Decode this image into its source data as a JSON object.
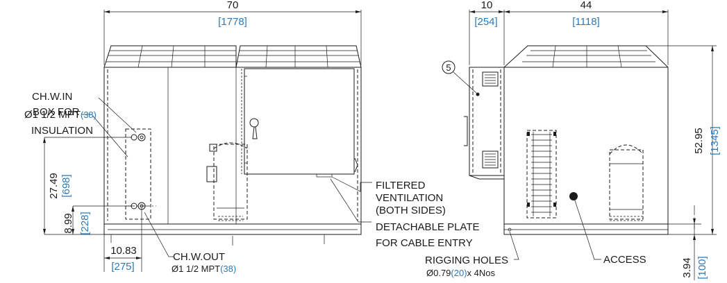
{
  "dimensions": {
    "front_width": {
      "in": "70",
      "mm": "[1778]"
    },
    "front_inlet_height": {
      "in": "27.49",
      "mm": "[698]"
    },
    "front_outlet_height": {
      "in": "8.99",
      "mm": "[228]"
    },
    "front_offset": {
      "in": "10.83",
      "mm": "[275]"
    },
    "side_box_depth": {
      "in": "10",
      "mm": "[254]"
    },
    "side_width": {
      "in": "44",
      "mm": "[1118]"
    },
    "side_height": {
      "in": "52.95",
      "mm": "[1345]"
    },
    "side_base_height": {
      "in": "3.94",
      "mm": "[100]"
    }
  },
  "callouts": {
    "inlet_title": "CH.W.IN",
    "inlet_size": "Ø1 1/2 MPT",
    "inlet_mm": "(38)",
    "insulation_line1": "BOX FOR",
    "insulation_line2": "INSULATION",
    "outlet_title": "CH.W.OUT",
    "outlet_size": "Ø1 1/2 MPT",
    "outlet_mm": "(38)",
    "ventilation_line1": "FILTERED",
    "ventilation_line2": "VENTILATION",
    "ventilation_line3": "(BOTH SIDES)",
    "plate_line1": "DETACHABLE PLATE",
    "plate_line2": "FOR CABLE ENTRY",
    "rigging_title": "RIGGING HOLES",
    "rigging_size": "Ø0.79",
    "rigging_mm": "(20)",
    "rigging_count": "x 4Nos",
    "access": "ACCESS",
    "item_number": "5"
  }
}
